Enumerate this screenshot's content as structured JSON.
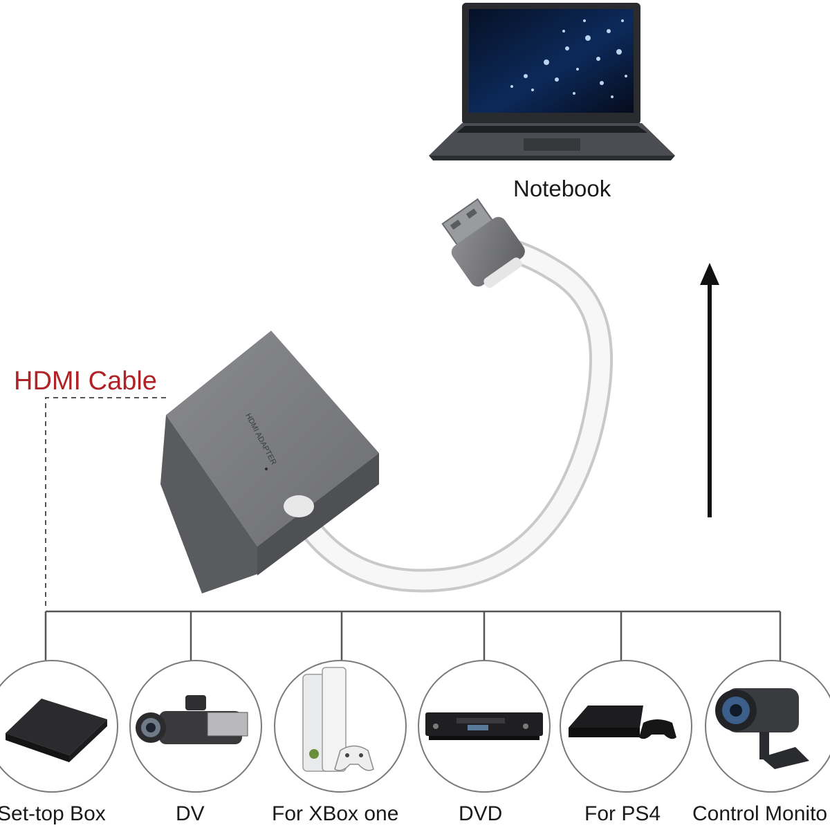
{
  "labels": {
    "notebook": "Notebook",
    "hdmi_cable": "HDMI Cable"
  },
  "devices": [
    {
      "label": "Set-top Box",
      "icon": "set-top-box-icon"
    },
    {
      "label": "DV",
      "icon": "camcorder-icon"
    },
    {
      "label": "For XBox one",
      "icon": "xbox-console-icon"
    },
    {
      "label": "DVD",
      "icon": "dvd-player-icon"
    },
    {
      "label": "For PS4",
      "icon": "ps4-console-icon"
    },
    {
      "label": "Control Monito",
      "icon": "security-camera-icon"
    }
  ],
  "colors": {
    "hdmi_label": "#b02226",
    "adapter_body": "#7b7c7f",
    "cable": "#f2f2f2",
    "lines": "#555555"
  }
}
